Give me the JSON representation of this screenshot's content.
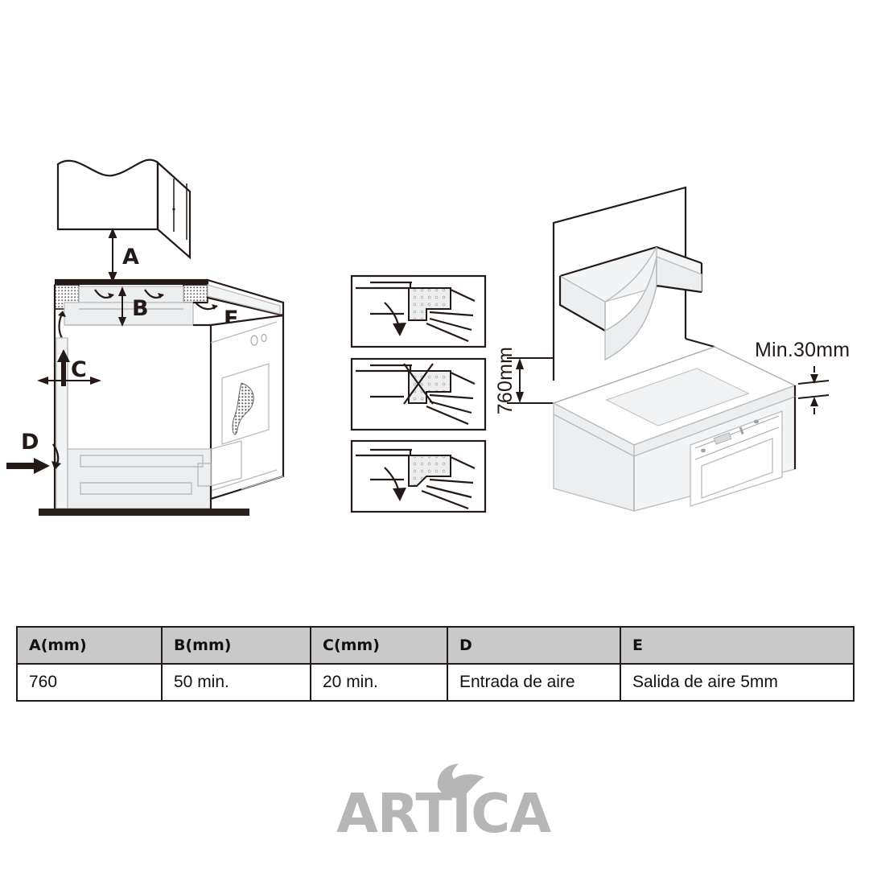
{
  "document": {
    "type": "appliance-installation-diagram",
    "brand": "ARTICA",
    "language": "es"
  },
  "figures": {
    "left_section_view": {
      "name": "side-section-view",
      "labels": {
        "a": "A",
        "b": "B",
        "c": "C",
        "d": "D",
        "e": "E"
      }
    },
    "middle_panels": {
      "name": "airflow-duct-options",
      "panel_count": 3,
      "panels": [
        {
          "id": "panel-1",
          "mark": "correct"
        },
        {
          "id": "panel-2",
          "mark": "incorrect"
        },
        {
          "id": "panel-3",
          "mark": "correct"
        }
      ]
    },
    "right_iso_view": {
      "name": "isometric-hood-cooktop-view",
      "dimensions": {
        "height": "760mm",
        "side_clearance": "Min.30mm"
      }
    }
  },
  "spec_table": {
    "headers": [
      "A(mm)",
      "B(mm)",
      "C(mm)",
      "D",
      "E"
    ],
    "rows": [
      [
        "760",
        "50 min.",
        "20 min.",
        "Entrada de aire",
        "Salida de aire 5mm"
      ]
    ]
  },
  "colors": {
    "ink": "#231a17",
    "light_line": "#b9bcbe",
    "pale_fill": "#eceeef",
    "table_header_bg": "#c9c9c9",
    "logo_gray": "#b6b6b6"
  }
}
